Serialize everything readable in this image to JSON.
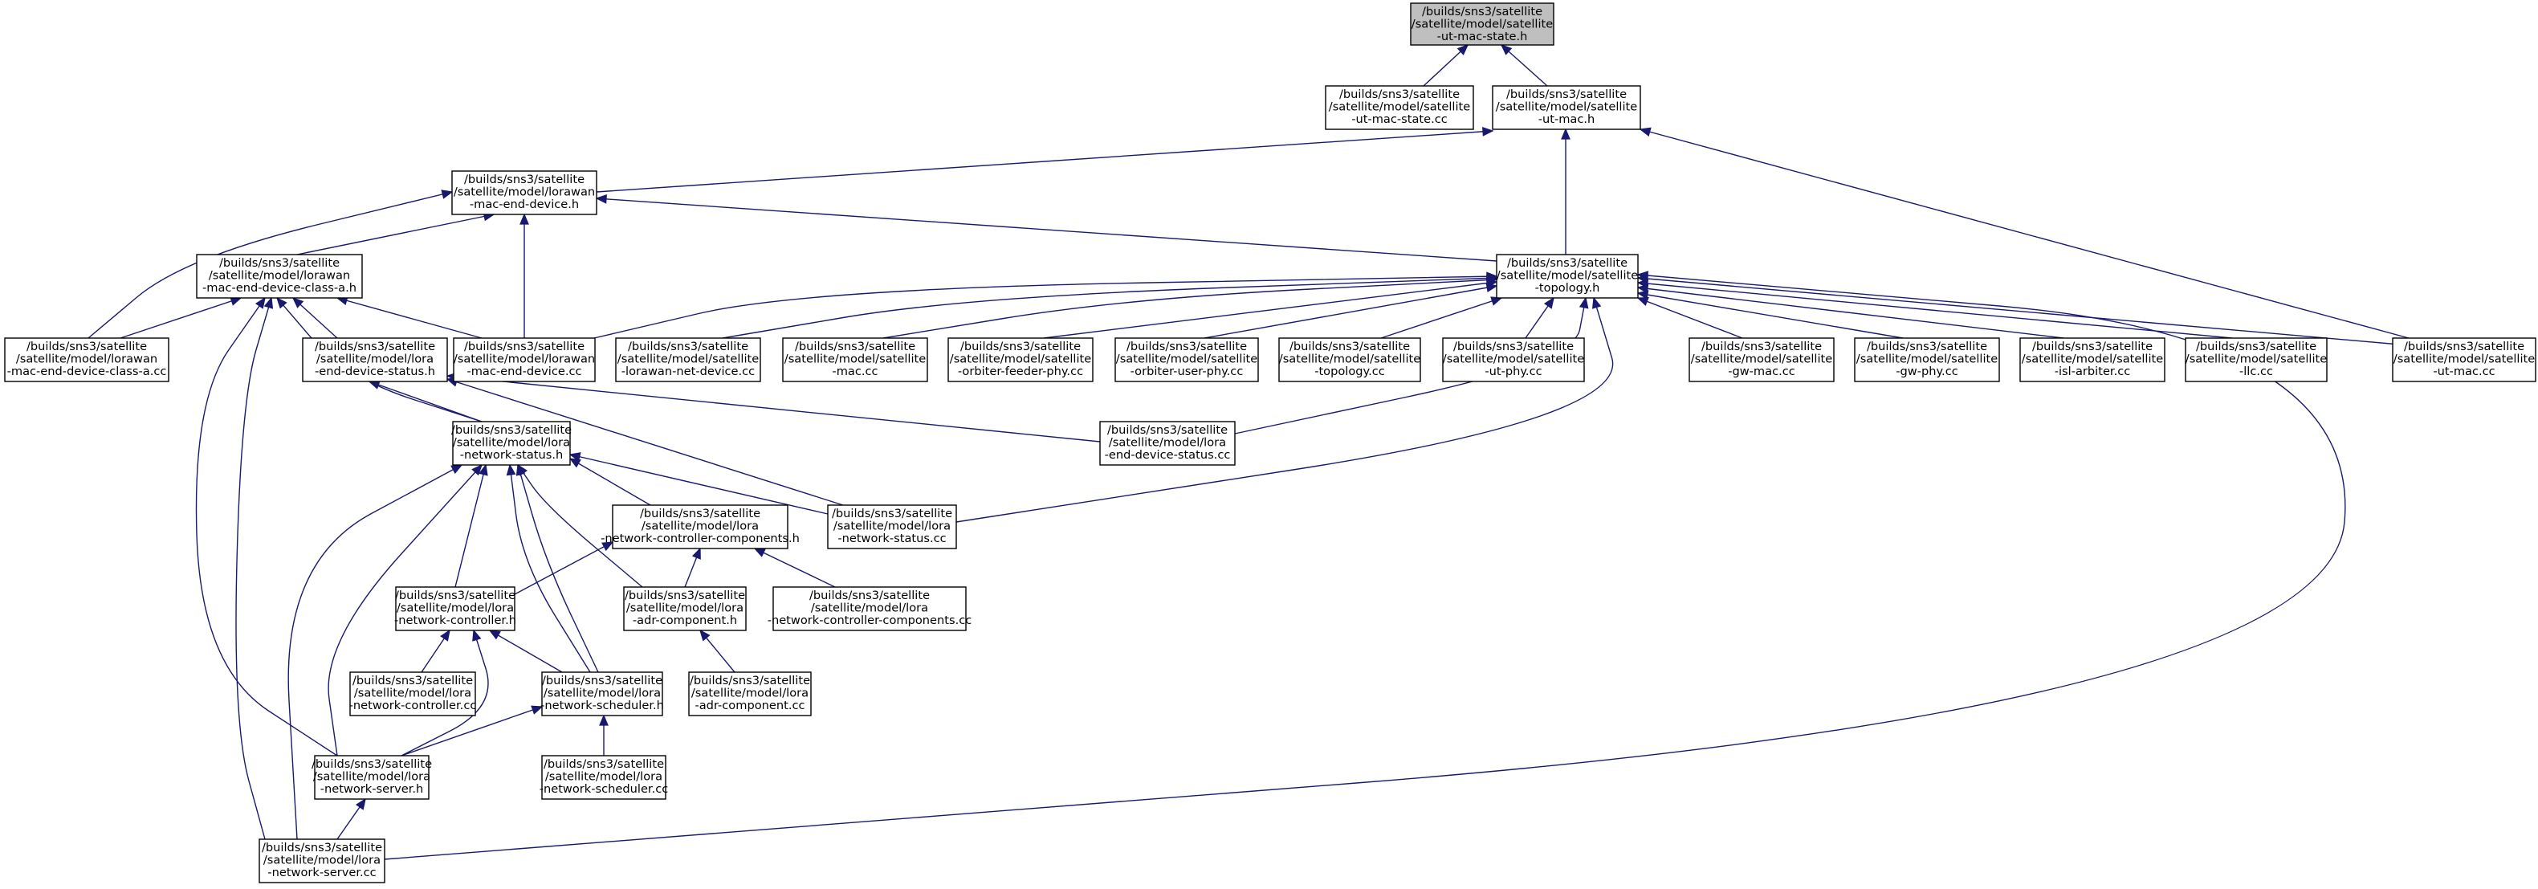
{
  "colors": {
    "edge": "#191970",
    "root_fill": "#bfbfbf",
    "node_fill": "#ffffff",
    "border": "#000000"
  },
  "nodes": [
    {
      "id": "ut-mac-state-h",
      "lines": [
        "/builds/sns3/satellite",
        "/satellite/model/satellite",
        "-ut-mac-state.h"
      ],
      "root": true
    },
    {
      "id": "ut-mac-state-cc",
      "lines": [
        "/builds/sns3/satellite",
        "/satellite/model/satellite",
        "-ut-mac-state.cc"
      ]
    },
    {
      "id": "ut-mac-h",
      "lines": [
        "/builds/sns3/satellite",
        "/satellite/model/satellite",
        "-ut-mac.h"
      ]
    },
    {
      "id": "lorawan-mac-end-device-h",
      "lines": [
        "/builds/sns3/satellite",
        "/satellite/model/lorawan",
        "-mac-end-device.h"
      ]
    },
    {
      "id": "topology-h",
      "lines": [
        "/builds/sns3/satellite",
        "/satellite/model/satellite",
        "-topology.h"
      ]
    },
    {
      "id": "lorawan-mac-end-device-class-a-h",
      "lines": [
        "/builds/sns3/satellite",
        "/satellite/model/lorawan",
        "-mac-end-device-class-a.h"
      ]
    },
    {
      "id": "lorawan-mac-end-device-class-a-cc",
      "lines": [
        "/builds/sns3/satellite",
        "/satellite/model/lorawan",
        "-mac-end-device-class-a.cc"
      ]
    },
    {
      "id": "lora-end-device-status-h",
      "lines": [
        "/builds/sns3/satellite",
        "/satellite/model/lora",
        "-end-device-status.h"
      ]
    },
    {
      "id": "lorawan-mac-end-device-cc",
      "lines": [
        "/builds/sns3/satellite",
        "/satellite/model/lorawan",
        "-mac-end-device.cc"
      ]
    },
    {
      "id": "lorawan-net-device-cc",
      "lines": [
        "/builds/sns3/satellite",
        "/satellite/model/satellite",
        "-lorawan-net-device.cc"
      ]
    },
    {
      "id": "mac-cc",
      "lines": [
        "/builds/sns3/satellite",
        "/satellite/model/satellite",
        "-mac.cc"
      ]
    },
    {
      "id": "orbiter-feeder-phy-cc",
      "lines": [
        "/builds/sns3/satellite",
        "/satellite/model/satellite",
        "-orbiter-feeder-phy.cc"
      ]
    },
    {
      "id": "orbiter-user-phy-cc",
      "lines": [
        "/builds/sns3/satellite",
        "/satellite/model/satellite",
        "-orbiter-user-phy.cc"
      ]
    },
    {
      "id": "topology-cc",
      "lines": [
        "/builds/sns3/satellite",
        "/satellite/model/satellite",
        "-topology.cc"
      ]
    },
    {
      "id": "ut-phy-cc",
      "lines": [
        "/builds/sns3/satellite",
        "/satellite/model/satellite",
        "-ut-phy.cc"
      ]
    },
    {
      "id": "gw-mac-cc",
      "lines": [
        "/builds/sns3/satellite",
        "/satellite/model/satellite",
        "-gw-mac.cc"
      ]
    },
    {
      "id": "gw-phy-cc",
      "lines": [
        "/builds/sns3/satellite",
        "/satellite/model/satellite",
        "-gw-phy.cc"
      ]
    },
    {
      "id": "isl-arbiter-cc",
      "lines": [
        "/builds/sns3/satellite",
        "/satellite/model/satellite",
        "-isl-arbiter.cc"
      ]
    },
    {
      "id": "llc-cc",
      "lines": [
        "/builds/sns3/satellite",
        "/satellite/model/satellite",
        "-llc.cc"
      ]
    },
    {
      "id": "ut-mac-cc",
      "lines": [
        "/builds/sns3/satellite",
        "/satellite/model/satellite",
        "-ut-mac.cc"
      ]
    },
    {
      "id": "lora-network-status-h",
      "lines": [
        "/builds/sns3/satellite",
        "/satellite/model/lora",
        "-network-status.h"
      ]
    },
    {
      "id": "lora-end-device-status-cc",
      "lines": [
        "/builds/sns3/satellite",
        "/satellite/model/lora",
        "-end-device-status.cc"
      ]
    },
    {
      "id": "lora-network-controller-components-h",
      "lines": [
        "/builds/sns3/satellite",
        "/satellite/model/lora",
        "-network-controller-components.h"
      ]
    },
    {
      "id": "lora-network-status-cc",
      "lines": [
        "/builds/sns3/satellite",
        "/satellite/model/lora",
        "-network-status.cc"
      ]
    },
    {
      "id": "lora-network-controller-h",
      "lines": [
        "/builds/sns3/satellite",
        "/satellite/model/lora",
        "-network-controller.h"
      ]
    },
    {
      "id": "lora-adr-component-h",
      "lines": [
        "/builds/sns3/satellite",
        "/satellite/model/lora",
        "-adr-component.h"
      ]
    },
    {
      "id": "lora-network-controller-components-cc",
      "lines": [
        "/builds/sns3/satellite",
        "/satellite/model/lora",
        "-network-controller-components.cc"
      ]
    },
    {
      "id": "lora-network-controller-cc",
      "lines": [
        "/builds/sns3/satellite",
        "/satellite/model/lora",
        "-network-controller.cc"
      ]
    },
    {
      "id": "lora-network-scheduler-h",
      "lines": [
        "/builds/sns3/satellite",
        "/satellite/model/lora",
        "-network-scheduler.h"
      ]
    },
    {
      "id": "lora-adr-component-cc",
      "lines": [
        "/builds/sns3/satellite",
        "/satellite/model/lora",
        "-adr-component.cc"
      ]
    },
    {
      "id": "lora-network-server-h",
      "lines": [
        "/builds/sns3/satellite",
        "/satellite/model/lora",
        "-network-server.h"
      ]
    },
    {
      "id": "lora-network-scheduler-cc",
      "lines": [
        "/builds/sns3/satellite",
        "/satellite/model/lora",
        "-network-scheduler.cc"
      ]
    },
    {
      "id": "lora-network-server-cc",
      "lines": [
        "/builds/sns3/satellite",
        "/satellite/model/lora",
        "-network-server.cc"
      ]
    }
  ]
}
